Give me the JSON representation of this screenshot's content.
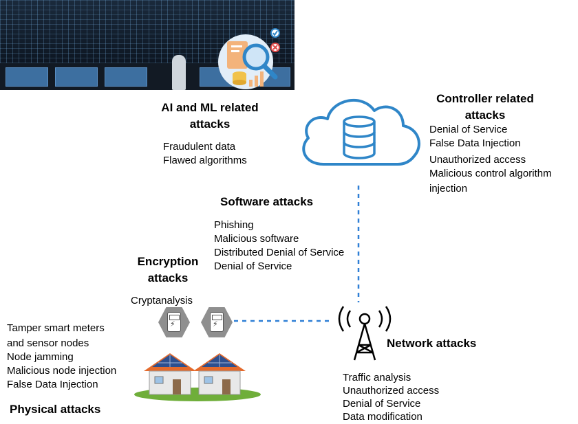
{
  "colors": {
    "accent_blue": "#2f86c8",
    "dashed_link": "#2f7fd6",
    "meter_gray": "#8f8f8f",
    "roof_orange": "#e46a2c",
    "solar_blue": "#2d4f8e",
    "lawn_green": "#6fae3a"
  },
  "icons": [
    "ai-analysis-icon",
    "cloud-database-icon",
    "antenna-tower-icon",
    "smart-meter-icon",
    "solar-house-icon"
  ],
  "ai": {
    "title_line1": "AI and ML related",
    "title_line2": "attacks",
    "items": [
      "Fraudulent data",
      "Flawed algorithms"
    ]
  },
  "controller": {
    "title_line1": "Controller related",
    "title_line2": "attacks",
    "items": [
      "Denial of Service",
      "False Data Injection",
      "Unauthorized access",
      "Malicious control algorithm",
      "injection"
    ]
  },
  "software": {
    "title": "Software attacks",
    "items": [
      "Phishing",
      "Malicious software",
      "Distributed Denial of Service",
      "Denial of Service"
    ]
  },
  "encryption": {
    "title_line1": "Encryption",
    "title_line2": "attacks",
    "items": [
      "Cryptanalysis"
    ]
  },
  "physical": {
    "title": "Physical attacks",
    "items": [
      "Tamper smart meters",
      "and sensor nodes",
      "Node jamming",
      "Malicious node injection",
      "False Data Injection"
    ]
  },
  "network": {
    "title": "Network attacks",
    "items": [
      "Traffic analysis",
      "Unauthorized access",
      "Denial of Service",
      "Data modification"
    ]
  }
}
